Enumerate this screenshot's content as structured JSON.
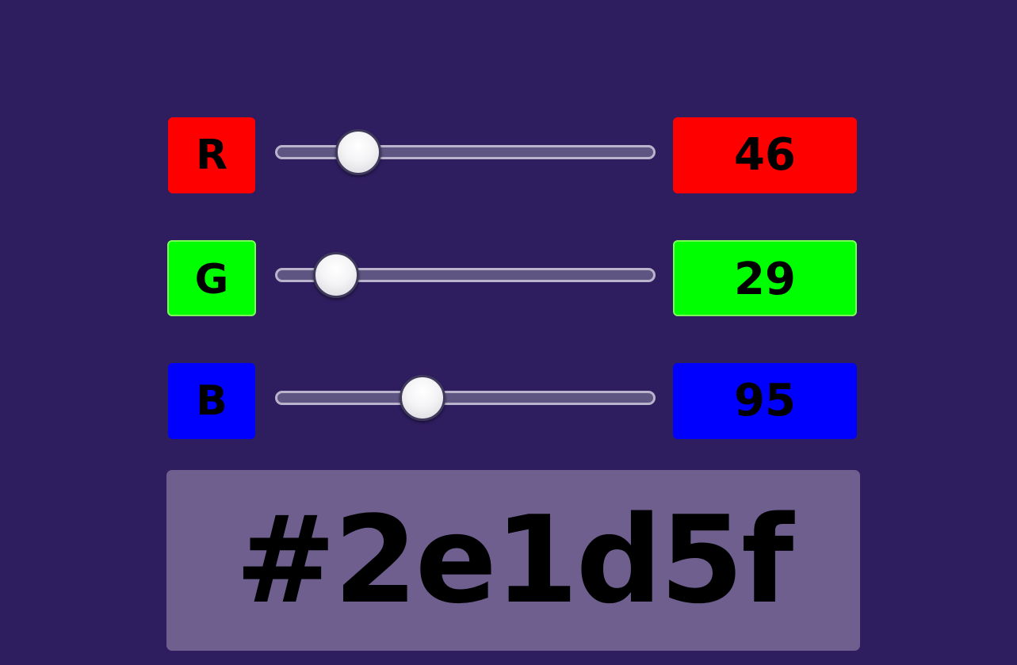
{
  "background_color": "#2e1d5f",
  "channels": [
    {
      "key": "r",
      "label": "R",
      "value": "46",
      "max": 255,
      "color": "#ff0000"
    },
    {
      "key": "g",
      "label": "G",
      "value": "29",
      "max": 255,
      "color": "#00ff00"
    },
    {
      "key": "b",
      "label": "B",
      "value": "95",
      "max": 255,
      "color": "#0000ff"
    }
  ],
  "hex_display": {
    "text": "#2e1d5f",
    "background_color": "#6e5f8f"
  }
}
